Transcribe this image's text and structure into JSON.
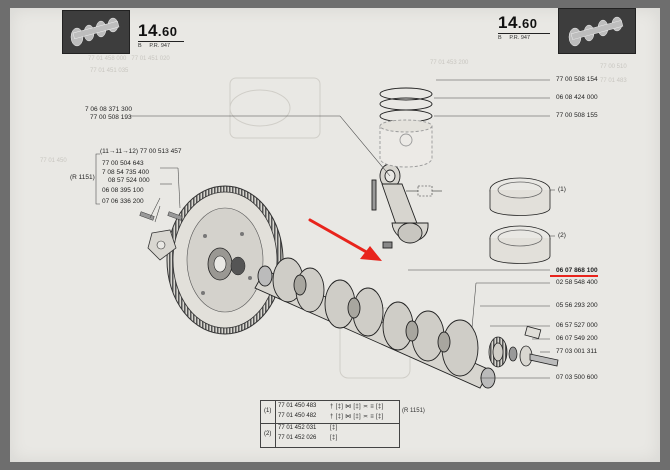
{
  "header_left": {
    "page_number": "14",
    "page_suffix": ".60",
    "sub_left": "B",
    "sub_ref": "P.R. 947"
  },
  "header_right": {
    "page_number": "14",
    "page_suffix": ".60",
    "sub_left": "B",
    "sub_ref": "P.R. 947"
  },
  "left_top_refs": [
    "7 06 08 371 300",
    "77 00 508 193"
  ],
  "left_group_refs": [
    "(11→11→12) 77 00 513 457",
    "77 00 504 643",
    "7 08 54 735 400",
    "08 57 524 000",
    "06 08 395 100",
    "07 06 336 200"
  ],
  "left_group_marker": "(R 1151)",
  "right_piston_refs": [
    "77 00 508 154",
    "06 08 424 000",
    "77 00 508 155"
  ],
  "right_crank_refs": [
    "06 07 868 100",
    "02 58 548 400",
    "05 56 293 200",
    "06 57 527 000",
    "06 07 549 200",
    "77 03 001 311",
    "07 03 500 600"
  ],
  "piston_labels": [
    "(1)",
    "(2)"
  ],
  "table": {
    "rows": [
      {
        "index": "(1)",
        "ref": "77 01 450 483",
        "symbols": "† [‡] ⋈ [‡] ≍ ≡ [‡]"
      },
      {
        "index": "",
        "ref": "77 01 450 482",
        "symbols": "† [‡] ⋈ [‡] ≍ ≡ [‡]"
      },
      {
        "index": "(2)",
        "ref": "77 01 452 031",
        "symbols": "[‡]"
      },
      {
        "index": "",
        "ref": "77 01 452 026",
        "symbols": "[‡]"
      }
    ],
    "group_marker": "(R 1151)"
  },
  "annotation": {
    "arrow_color": "#e8241c",
    "underline_color": "#e8241c",
    "highlighted_ref": "06 07 868 100"
  }
}
